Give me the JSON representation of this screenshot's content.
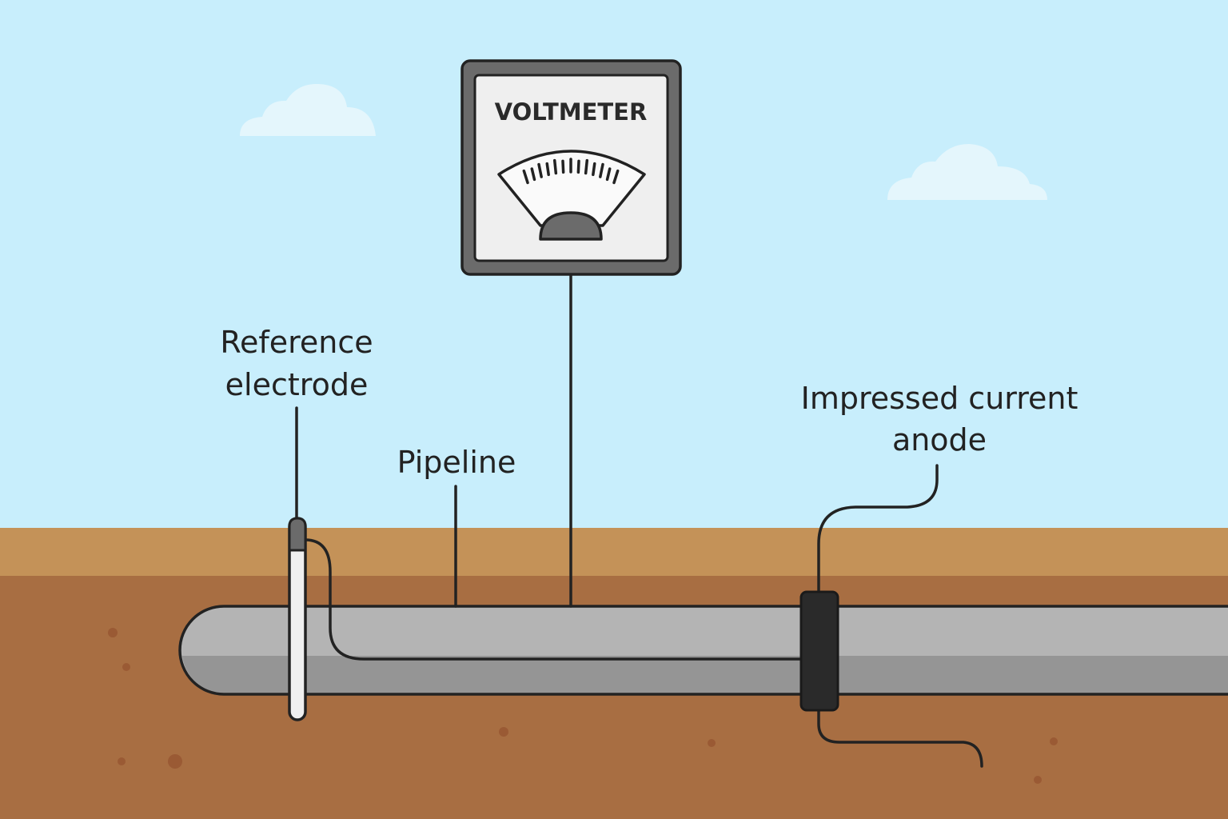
{
  "voltmeter": {
    "title": "VOLTMETER"
  },
  "labels": {
    "reference_electrode": [
      "Reference",
      "electrode"
    ],
    "pipeline": "Pipeline",
    "anode": [
      "Impressed current",
      "anode"
    ]
  },
  "colors": {
    "sky": "#c8eefc",
    "cloud": "#e4f6fc",
    "topsoil": "#c49258",
    "soil": "#a86e42",
    "pipe_light": "#b4b4b4",
    "pipe_dark": "#959595",
    "outline": "#222222"
  }
}
